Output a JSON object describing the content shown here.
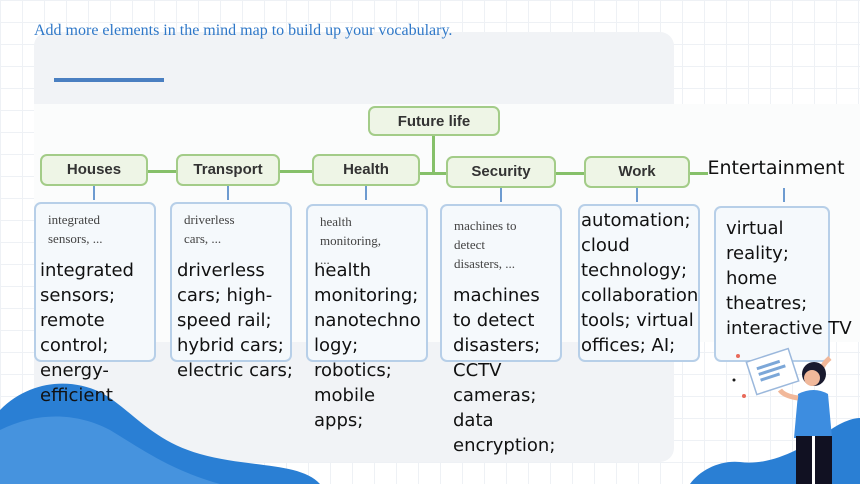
{
  "instruction": "Add more elements in the mind map to build up your vocabulary.",
  "mind_map": {
    "title": "Future life",
    "branches": [
      {
        "label": "Houses",
        "prompt": "integrated\nsensors, ...",
        "answer": "integrated\nsensors;\nremote\ncontrol;\nenergy-\nefficient"
      },
      {
        "label": "Transport",
        "prompt": "driverless\ncars, ...",
        "answer": "driverless\ncars; high-\nspeed rail;\nhybrid cars;\nelectric cars;"
      },
      {
        "label": "Health",
        "prompt": "health\nmonitoring,\n...",
        "answer": "health\nmonitoring;\nnanotechno\nlogy;\nrobotics;\nmobile\napps;"
      },
      {
        "label": "Security",
        "prompt": "machines to\ndetect\ndisasters, ...",
        "answer": "machines\nto detect\ndisasters;\nCCTV\ncameras;\ndata\nencryption;"
      },
      {
        "label": "Work",
        "prompt": "",
        "answer": "automation;\ncloud\ntechnology;\ncollaboration\ntools; virtual\noffices; AI;"
      },
      {
        "label": "Entertainment",
        "prompt": "",
        "answer": "virtual\nreality;\nhome\ntheatres;\ninteractive TV"
      }
    ]
  },
  "colors": {
    "accent_blue": "#2f78c8",
    "branch_border": "#a3cc88",
    "branch_fill": "#eef5e6",
    "leaf_border": "#b7cfe8",
    "wave_blue": "#2a7fd4"
  },
  "decorations": {
    "wave": "blue-wave-shape",
    "figure": "woman-holding-card-illustration"
  }
}
